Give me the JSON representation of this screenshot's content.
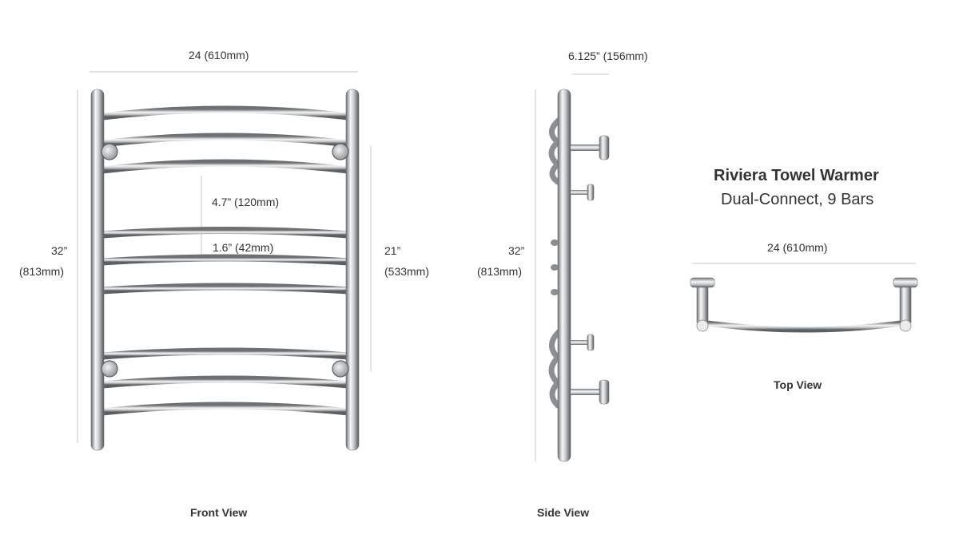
{
  "product": {
    "title": "Riviera Towel Warmer",
    "subtitle": "Dual-Connect, 9 Bars"
  },
  "front_view": {
    "caption": "Front View",
    "width_label": "24 (610mm)",
    "height_label_line1": "32”",
    "height_label_line2": "(813mm)",
    "mount_height_line1": "21”",
    "mount_height_line2": "(533mm)",
    "bar_gap_label": "4.7” (120mm)",
    "bar_gap_small_label": "1.6” (42mm)",
    "bar_count": 9
  },
  "side_view": {
    "caption": "Side View",
    "depth_label": "6.125” (156mm)",
    "height_label_line1": "32”",
    "height_label_line2": "(813mm)"
  },
  "top_view": {
    "caption": "Top View",
    "width_label": "24 (610mm)"
  },
  "colors": {
    "steel_dark": "#7a7d80",
    "steel_light": "#f4f5f6",
    "dimension_line": "#c8c8c8",
    "text": "#333333"
  }
}
